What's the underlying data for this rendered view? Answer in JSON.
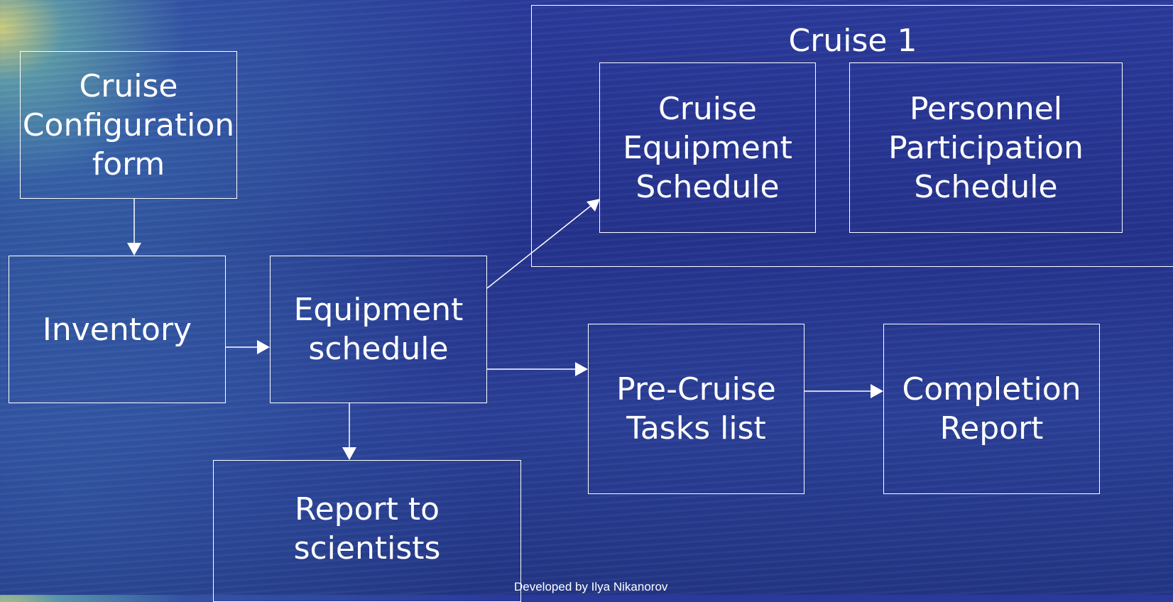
{
  "boxes": {
    "cruise_configuration_form": "Cruise\nConfiguration\nform",
    "inventory": "Inventory",
    "equipment_schedule": "Equipment\nschedule",
    "report_to_scientists": "Report to\nscientists",
    "cruise_equipment_schedule": "Cruise\nEquipment\nSchedule",
    "personnel_participation_schedule": "Personnel\nParticipation\nSchedule",
    "pre_cruise_tasks_list": "Pre-Cruise\nTasks list",
    "completion_report": "Completion\nReport"
  },
  "group": {
    "title": "Cruise 1"
  },
  "footer": "Developed by Ilya Nikanorov",
  "colors": {
    "line": "#ffffff",
    "background": "#26358f"
  }
}
